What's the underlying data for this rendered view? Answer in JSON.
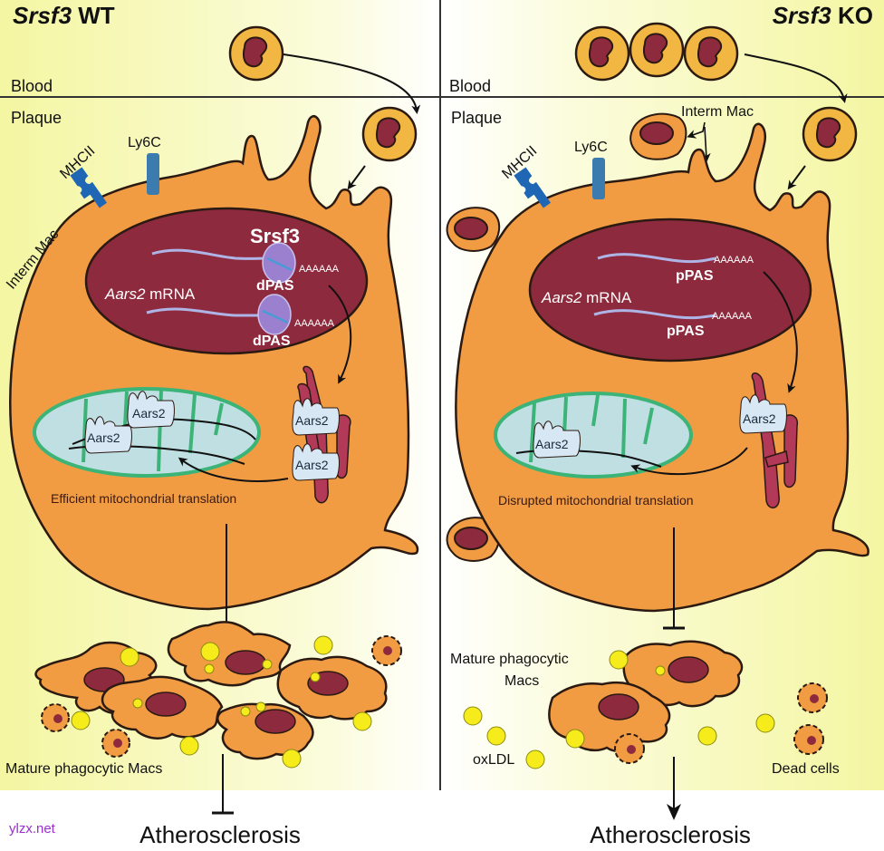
{
  "colors": {
    "bg_yellow": "#f5f7a8",
    "bg_white": "#ffffff",
    "cell_orange": "#f19c43",
    "outline": "#2b1a12",
    "nucleus": "#8e2a3d",
    "monocyte_fill": "#f2b743",
    "mito_fill": "#bfdfe3",
    "mito_outline": "#3cb478",
    "mhcii": "#1f67b5",
    "ly6c": "#3b7bad",
    "protein": "#d7e7f4",
    "er_red": "#b23957",
    "oxldl": "#f6ec1c",
    "rna": "#aeb4e6",
    "srsf3_purple": "#9b80cf",
    "watermark": "#9b2fd0"
  },
  "panels": {
    "wt": {
      "title_italic": "Srsf3",
      "title_rest": " WT",
      "blood_label": "Blood",
      "plaque_label": "Plaque",
      "mhcii_label": "MHCII",
      "ly6c_label": "Ly6C",
      "interm_mac_label": "Interm Mac",
      "srsf3_label": "Srsf3",
      "mrna_italic": "Aars2",
      "mrna_rest": " mRNA",
      "pas_label_1": "dPAS",
      "pas_label_2": "dPAS",
      "polya_1": "AAAAAA",
      "polya_2": "AAAAAA",
      "aars2_labels": [
        "Aars2",
        "Aars2",
        "Aars2",
        "Aars2"
      ],
      "translation_label": "Efficient mitochondrial translation",
      "mature_label": "Mature phagocytic Macs",
      "outcome": "Atherosclerosis",
      "outcome_effect": "inhibits"
    },
    "ko": {
      "title_italic": "Srsf3",
      "title_rest": " KO",
      "blood_label": "Blood",
      "plaque_label": "Plaque",
      "mhcii_label": "MHCII",
      "ly6c_label": "Ly6C",
      "interm_mac_label": "Interm Mac",
      "mrna_italic": "Aars2",
      "mrna_rest": " mRNA",
      "pas_label_1": "pPAS",
      "pas_label_2": "pPAS",
      "polya_1": "AAAAAA",
      "polya_2": "AAAAAA",
      "aars2_labels": [
        "Aars2",
        "Aars2"
      ],
      "translation_label": "Disrupted mitochondrial translation",
      "mature_label_line1": "Mature phagocytic",
      "mature_label_line2": "Macs",
      "oxldl_label": "oxLDL",
      "dead_cells_label": "Dead cells",
      "outcome": "Atherosclerosis",
      "outcome_effect": "promotes"
    }
  },
  "watermark": "ylzx.net"
}
